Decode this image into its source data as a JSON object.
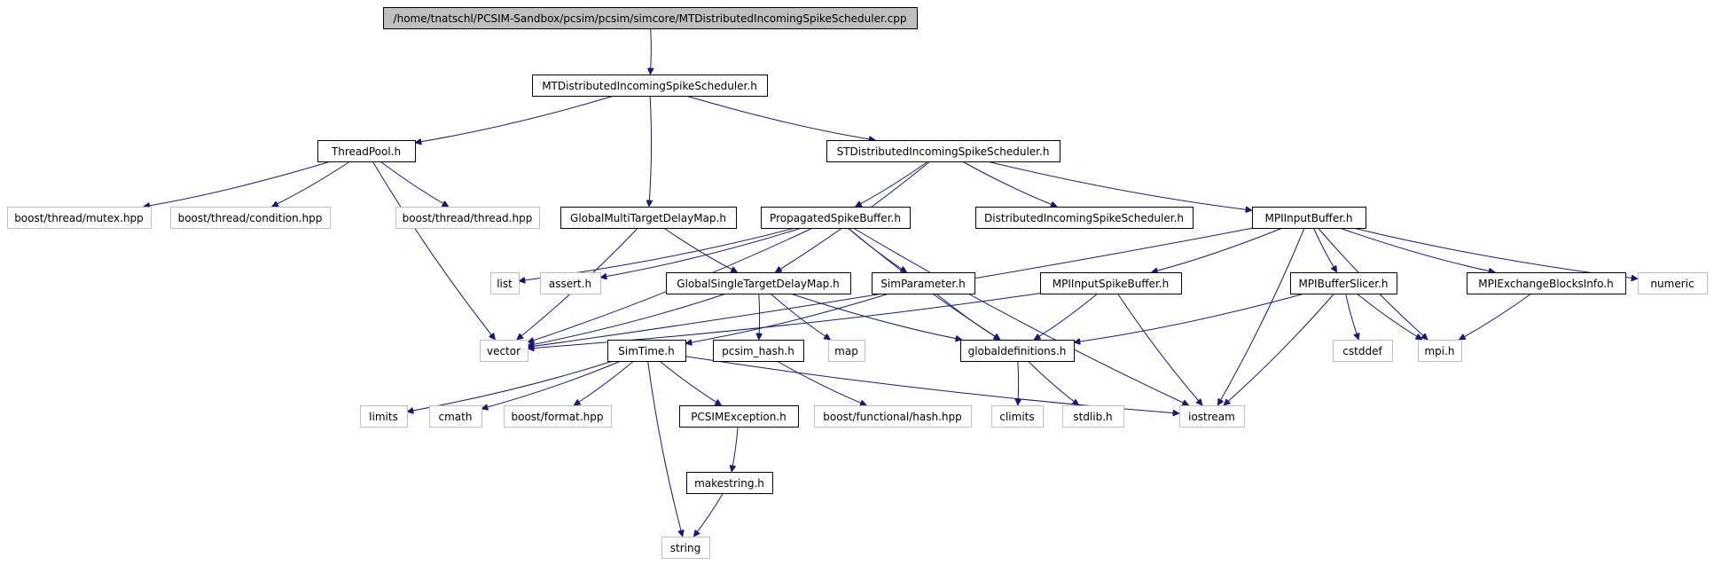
{
  "colors": {
    "edge": "#191970",
    "root_fill": "#bfbfbf",
    "documented_border": "#000000",
    "external_border": "#bfbfbf",
    "node_fill": "#ffffff"
  },
  "nodes": [
    {
      "id": "root",
      "label": "/home/tnatschl/PCSIM-Sandbox/pcsim/pcsim/simcore/MTDistributedIncomingSpikeScheduler.cpp",
      "kind": "root"
    },
    {
      "id": "mtdiss",
      "label": "MTDistributedIncomingSpikeScheduler.h",
      "kind": "documented"
    },
    {
      "id": "threadpool",
      "label": "ThreadPool.h",
      "kind": "documented"
    },
    {
      "id": "stdiss",
      "label": "STDistributedIncomingSpikeScheduler.h",
      "kind": "documented"
    },
    {
      "id": "mutex",
      "label": "boost/thread/mutex.hpp",
      "kind": "external"
    },
    {
      "id": "condition",
      "label": "boost/thread/condition.hpp",
      "kind": "external"
    },
    {
      "id": "threadhpp",
      "label": "boost/thread/thread.hpp",
      "kind": "external"
    },
    {
      "id": "gmtdm",
      "label": "GlobalMultiTargetDelayMap.h",
      "kind": "documented"
    },
    {
      "id": "psb",
      "label": "PropagatedSpikeBuffer.h",
      "kind": "documented"
    },
    {
      "id": "diss",
      "label": "DistributedIncomingSpikeScheduler.h",
      "kind": "documented"
    },
    {
      "id": "mpiib",
      "label": "MPIInputBuffer.h",
      "kind": "documented"
    },
    {
      "id": "list",
      "label": "list",
      "kind": "external"
    },
    {
      "id": "assert",
      "label": "assert.h",
      "kind": "external"
    },
    {
      "id": "gstdm",
      "label": "GlobalSingleTargetDelayMap.h",
      "kind": "documented"
    },
    {
      "id": "simparam",
      "label": "SimParameter.h",
      "kind": "documented"
    },
    {
      "id": "mpiisb",
      "label": "MPIInputSpikeBuffer.h",
      "kind": "documented"
    },
    {
      "id": "mpibs",
      "label": "MPIBufferSlicer.h",
      "kind": "documented"
    },
    {
      "id": "mpiebi",
      "label": "MPIExchangeBlocksInfo.h",
      "kind": "documented"
    },
    {
      "id": "numeric",
      "label": "numeric",
      "kind": "external"
    },
    {
      "id": "vector",
      "label": "vector",
      "kind": "external"
    },
    {
      "id": "simtime",
      "label": "SimTime.h",
      "kind": "documented"
    },
    {
      "id": "pcsimhash",
      "label": "pcsim_hash.h",
      "kind": "documented"
    },
    {
      "id": "map",
      "label": "map",
      "kind": "external"
    },
    {
      "id": "globaldefs",
      "label": "globaldefinitions.h",
      "kind": "documented"
    },
    {
      "id": "cstddef",
      "label": "cstddef",
      "kind": "external"
    },
    {
      "id": "mpih",
      "label": "mpi.h",
      "kind": "external"
    },
    {
      "id": "limits",
      "label": "limits",
      "kind": "external"
    },
    {
      "id": "cmath",
      "label": "cmath",
      "kind": "external"
    },
    {
      "id": "boostformat",
      "label": "boost/format.hpp",
      "kind": "external"
    },
    {
      "id": "pcsimexc",
      "label": "PCSIMException.h",
      "kind": "documented"
    },
    {
      "id": "boosthash",
      "label": "boost/functional/hash.hpp",
      "kind": "external"
    },
    {
      "id": "climits",
      "label": "climits",
      "kind": "external"
    },
    {
      "id": "stdlib",
      "label": "stdlib.h",
      "kind": "external"
    },
    {
      "id": "iostream",
      "label": "iostream",
      "kind": "external"
    },
    {
      "id": "makestring",
      "label": "makestring.h",
      "kind": "documented"
    },
    {
      "id": "string",
      "label": "string",
      "kind": "external"
    }
  ],
  "edges": [
    [
      "root",
      "mtdiss"
    ],
    [
      "mtdiss",
      "threadpool"
    ],
    [
      "mtdiss",
      "gmtdm"
    ],
    [
      "mtdiss",
      "stdiss"
    ],
    [
      "threadpool",
      "mutex"
    ],
    [
      "threadpool",
      "condition"
    ],
    [
      "threadpool",
      "threadhpp"
    ],
    [
      "threadpool",
      "vector"
    ],
    [
      "gmtdm",
      "vector"
    ],
    [
      "gmtdm",
      "gstdm"
    ],
    [
      "stdiss",
      "psb"
    ],
    [
      "stdiss",
      "gstdm"
    ],
    [
      "stdiss",
      "diss"
    ],
    [
      "stdiss",
      "mpiib"
    ],
    [
      "psb",
      "list"
    ],
    [
      "psb",
      "assert"
    ],
    [
      "psb",
      "vector"
    ],
    [
      "psb",
      "simparam"
    ],
    [
      "psb",
      "globaldefs"
    ],
    [
      "psb",
      "iostream"
    ],
    [
      "mpiib",
      "vector"
    ],
    [
      "mpiib",
      "mpiisb"
    ],
    [
      "mpiib",
      "mpibs"
    ],
    [
      "mpiib",
      "mpiebi"
    ],
    [
      "mpiib",
      "numeric"
    ],
    [
      "mpiib",
      "mpih"
    ],
    [
      "mpiib",
      "iostream"
    ],
    [
      "gstdm",
      "vector"
    ],
    [
      "gstdm",
      "pcsimhash"
    ],
    [
      "gstdm",
      "map"
    ],
    [
      "gstdm",
      "globaldefs"
    ],
    [
      "simparam",
      "simtime"
    ],
    [
      "simparam",
      "globaldefs"
    ],
    [
      "mpiisb",
      "vector"
    ],
    [
      "mpiisb",
      "globaldefs"
    ],
    [
      "mpiisb",
      "iostream"
    ],
    [
      "mpibs",
      "cstddef"
    ],
    [
      "mpibs",
      "mpih"
    ],
    [
      "mpibs",
      "globaldefs"
    ],
    [
      "mpibs",
      "iostream"
    ],
    [
      "mpiebi",
      "mpih"
    ],
    [
      "simtime",
      "limits"
    ],
    [
      "simtime",
      "cmath"
    ],
    [
      "simtime",
      "boostformat"
    ],
    [
      "simtime",
      "pcsimexc"
    ],
    [
      "simtime",
      "string"
    ],
    [
      "simtime",
      "iostream"
    ],
    [
      "pcsimhash",
      "boosthash"
    ],
    [
      "globaldefs",
      "climits"
    ],
    [
      "globaldefs",
      "stdlib"
    ],
    [
      "pcsimexc",
      "makestring"
    ],
    [
      "makestring",
      "string"
    ]
  ]
}
